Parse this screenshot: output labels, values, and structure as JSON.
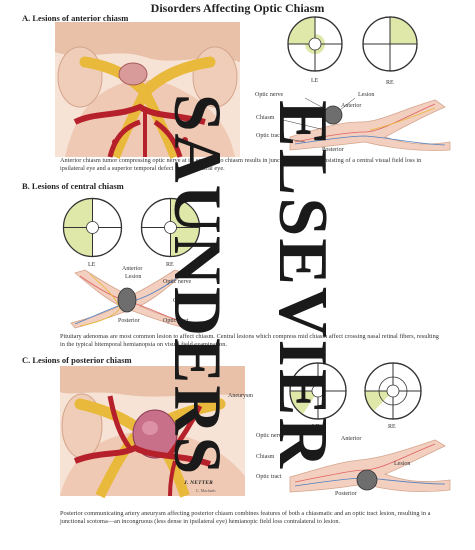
{
  "title": "Disorders Affecting Optic Chiasm",
  "sections": {
    "a": {
      "heading": "A. Lesions of anterior chiasm",
      "caption": "Anterior chiasm tumor compressing optic nerve at its entrance to chiasm results in junctional scotoma consisting of a central visual field loss in ipsilateral eye and a superior temporal defect in contralateral eye.",
      "labels": {
        "le": "LE",
        "re": "RE",
        "optic_nerve": "Optic nerve",
        "lesion": "Lesion",
        "anterior": "Anterior",
        "chiasm": "Chiasm",
        "optic_tract": "Optic tract",
        "posterior": "Posterior"
      }
    },
    "b": {
      "heading": "B. Lesions of central chiasm",
      "caption": "Pituitary adenomas are most common lesion to affect chiasm. Central lesions which compress mid chiasm affect crossing nasal retinal fibers, resulting in the typical bitemporal hemianopsia on visual field examination.",
      "labels": {
        "le": "LE",
        "re": "RE",
        "anterior": "Anterior",
        "lesion": "Lesion",
        "optic_nerve": "Optic nerve",
        "chiasm": "Chiasm",
        "posterior": "Posterior",
        "optic_tract": "Optic tract"
      }
    },
    "c": {
      "heading": "C. Lesions of posterior chiasm",
      "caption": "Posterior communicating artery aneurysm affecting posterior chiasm combines features of both a chiasmatic and an optic tract lesion, resulting in a junctional scotoma—an incongruous (less dense in ipsilateral eye) hemianopic field loss contralateral to lesion.",
      "labels": {
        "aneurysm": "Aneurysm",
        "le": "LE",
        "re": "RE",
        "optic_nerve": "Optic nerve",
        "anterior": "Anterior",
        "chiasm": "Chiasm",
        "lesion": "Lesion",
        "optic_tract": "Optic tract",
        "posterior": "Posterior"
      }
    }
  },
  "signature": "J. NETTER",
  "signature_sub": "C. Machado",
  "watermark": {
    "left": "SAUNDERS",
    "right": "ELSEVIER"
  },
  "colors": {
    "field_loss": "#dfe8a8",
    "lesion": "#6e6e6e",
    "vessel": "#b5202a",
    "nerve": "#e8b93a",
    "tissue": "#f3cfc0"
  }
}
